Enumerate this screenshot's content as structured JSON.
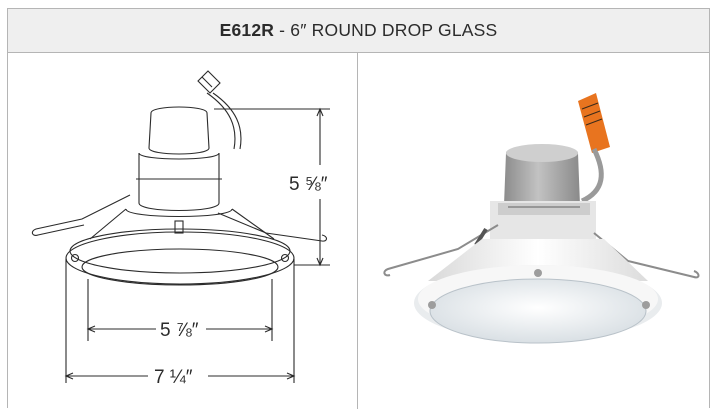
{
  "header": {
    "model": "E612R",
    "separator": " - ",
    "description": "6″ ROUND DROP GLASS"
  },
  "drawing": {
    "height_label": "5 ⅝″",
    "inner_width_label": "5 ⅞″",
    "outer_width_label": "7 ¼″"
  },
  "colors": {
    "header_bg": "#efefef",
    "border": "#b5b5b5",
    "text": "#2b2b2b",
    "tag_orange": "#e8741f",
    "housing_gray": "#a4a4a4",
    "trim_white": "#f2f2f2"
  }
}
